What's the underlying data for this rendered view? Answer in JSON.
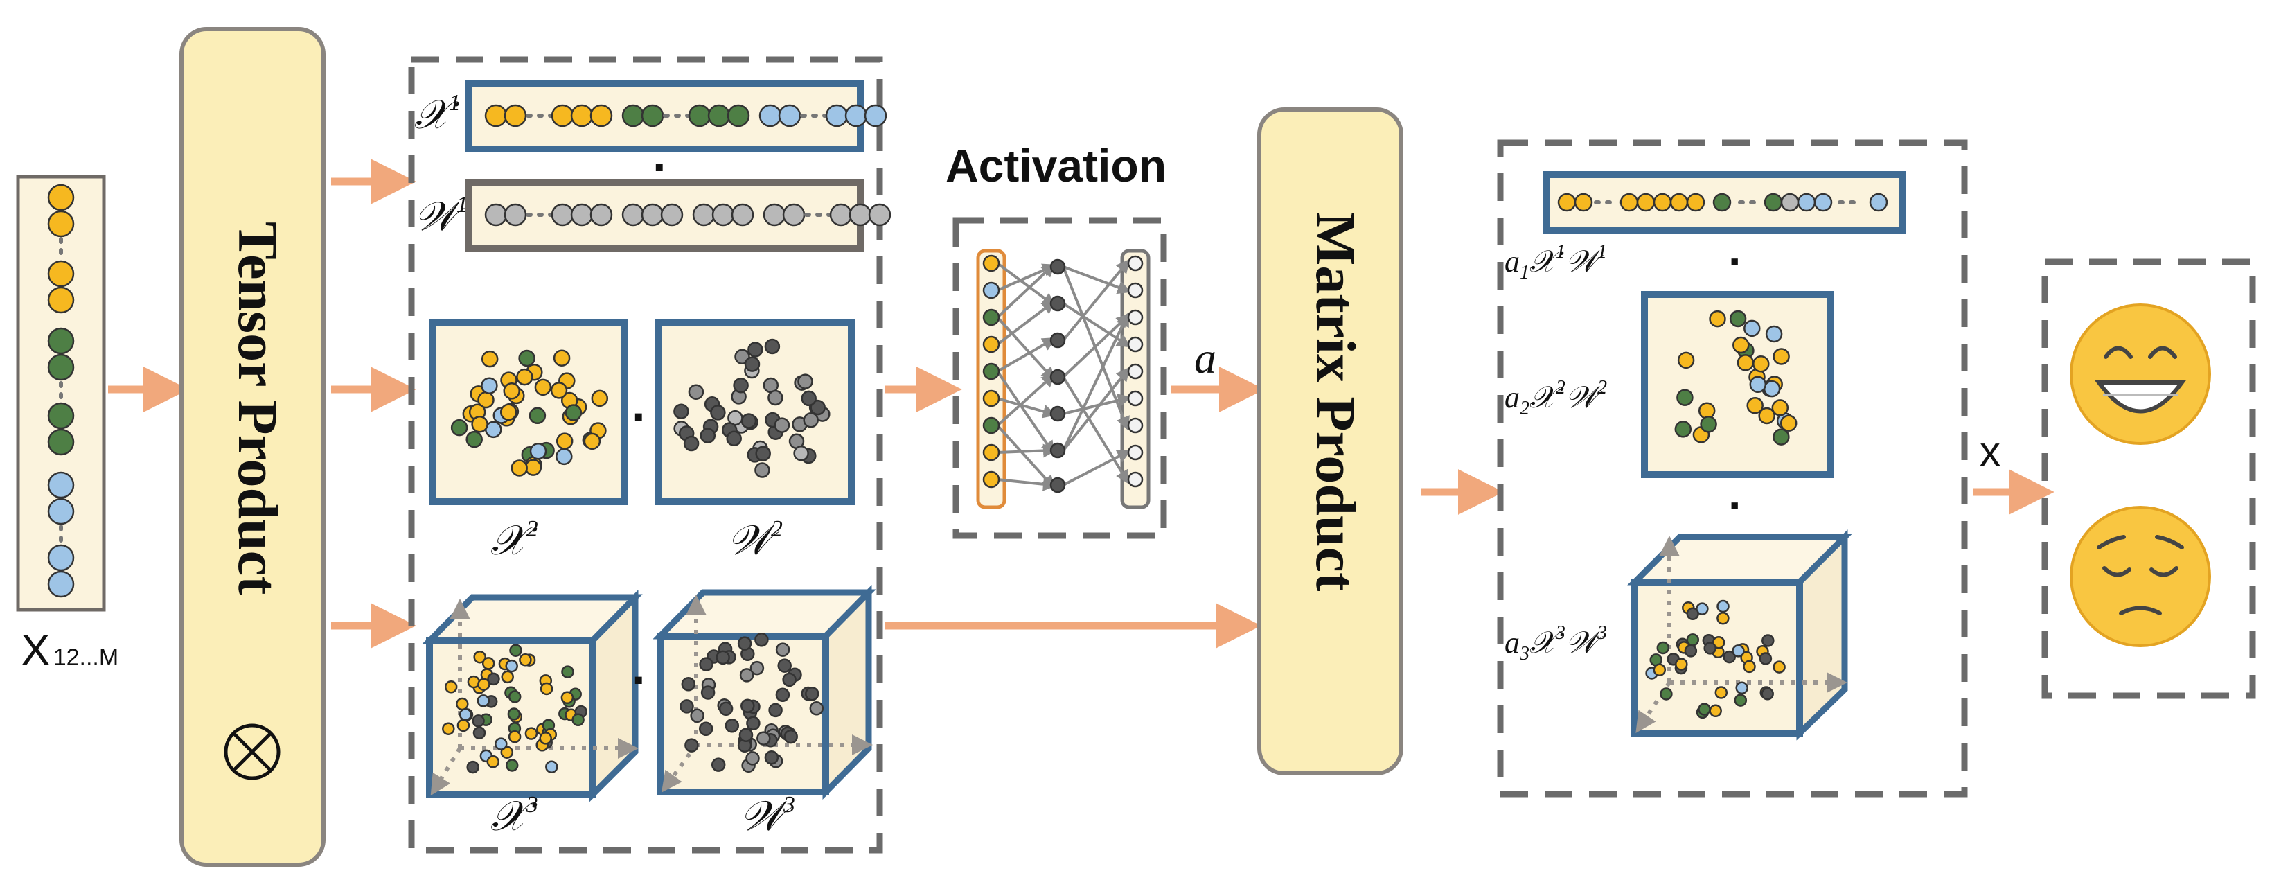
{
  "input": {
    "label_main": "X",
    "label_sub": "12...M"
  },
  "tensor_product": {
    "label": "Tensor Product",
    "symbol": "⊗"
  },
  "order1": {
    "x_label": "𝒳",
    "x_sup": "1",
    "w_label": "𝒲",
    "w_sup": "1",
    "dot": "·"
  },
  "order2": {
    "x_label": "𝒳",
    "x_sup": "2",
    "w_label": "𝒲",
    "w_sup": "2",
    "dot": "·"
  },
  "order3": {
    "x_label": "𝒳",
    "x_sup": "3",
    "w_label": "𝒲",
    "w_sup": "3",
    "dot": "·"
  },
  "activation": {
    "title": "Activation",
    "output_label": "a"
  },
  "matrix_product": {
    "label": "Matrix Product"
  },
  "weighted": {
    "t1": {
      "a": "a",
      "a_sub": "1",
      "x": "𝒳",
      "x_sup": "1",
      "w": "𝒲",
      "w_sup": "1"
    },
    "t2": {
      "a": "a",
      "a_sub": "2",
      "x": "𝒳",
      "x_sup": "2",
      "w": "𝒲",
      "w_sup": "2"
    },
    "t3": {
      "a": "a",
      "a_sub": "3",
      "x": "𝒳",
      "x_sup": "3",
      "w": "𝒲",
      "w_sup": "3"
    },
    "dot": "·"
  },
  "output": {
    "operator": "x",
    "emojis": [
      "grinning-face",
      "pensive-face"
    ]
  },
  "colors": {
    "yellow_dot": "#f6b820",
    "green_dot": "#4e7f45",
    "blue_dot": "#9ec4e6",
    "gray_dot": "#8e8e8e",
    "dark_dot": "#555555",
    "arrow": "#f1a87c",
    "box_fill": "#fbf3dd",
    "box_blue": "#3f6b94",
    "pill_fill": "#fbeeb8"
  }
}
